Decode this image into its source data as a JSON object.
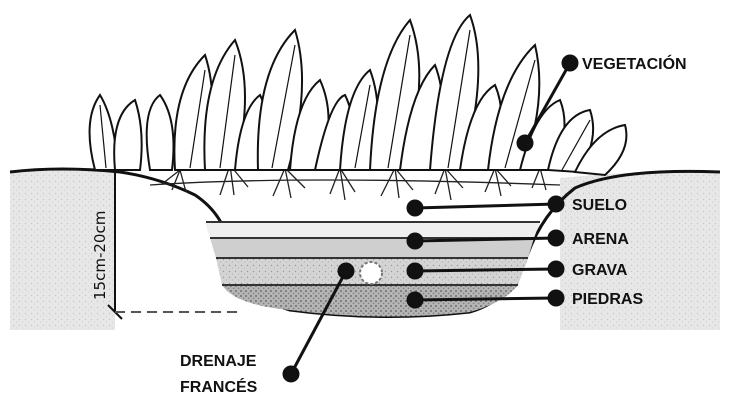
{
  "labels": {
    "vegetation": "VEGETACIÓN",
    "soil": "SUELO",
    "sand": "ARENA",
    "gravel": "GRAVA",
    "stones": "PIEDRAS",
    "drain_line1": "DRENAJE",
    "drain_line2": "FRANCÉS"
  },
  "dimension": "15cm-20cm",
  "colors": {
    "ink": "#111111",
    "ground": "#d9d9d9",
    "sand": "#c9c9c9",
    "gravel": "#bdbdbd",
    "stones": "#a9a9a9",
    "soil": "#eeeeee"
  }
}
